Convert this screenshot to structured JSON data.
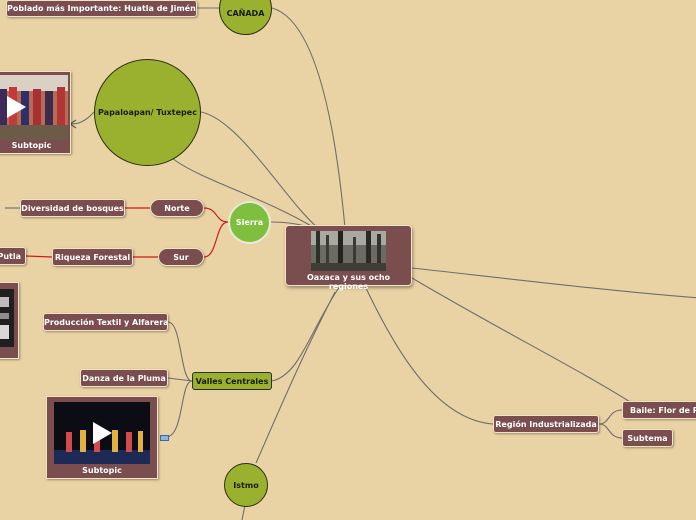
{
  "central": {
    "label": "Oaxaca  y sus ocho regiones",
    "image_icon": "forest-photo"
  },
  "regions": {
    "canada": "CAÑADA",
    "papaloapan": "Papaloapan/ Tuxtepec",
    "sierra": "Sierra",
    "valles": "Valles Centrales",
    "istmo": "Istmo",
    "industrial": "Región Industrializada"
  },
  "topics": {
    "poblado": "Poblado más Importante: Huatla de Jiménez",
    "diversidad": "Diversidad de bosques",
    "norte": "Norte",
    "sur": "Sur",
    "riqueza": "Riqueza Forestal",
    "putla": "Putla",
    "produccion": "Producción Textil y Alfarera",
    "danza": "Danza de la Pluma",
    "baile": "Baile: Flor de Piña",
    "subtema": "Subtema"
  },
  "media": {
    "papaloapan_subtopic": "Subtopic",
    "valles_subtopic": "Subtopic"
  },
  "colors": {
    "background": "#e9d2a4",
    "node": "#7a4d4f",
    "region_circle": "#9ab130",
    "sierra_circle": "#7fbf3f",
    "connector": "#6e6e6e",
    "sierra_connector": "#d11a1a"
  }
}
